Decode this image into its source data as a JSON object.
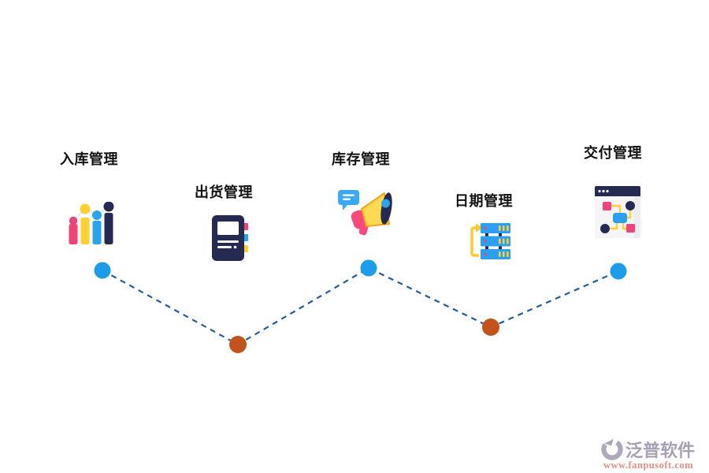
{
  "diagram": {
    "description": "zigzag process flow with five milestones",
    "background": "#ffffff"
  },
  "nodes": [
    {
      "label": "入库管理",
      "icon": "bar-chart-icon",
      "dot_color": "#1c9ce9"
    },
    {
      "label": "出货管理",
      "icon": "notebook-icon",
      "dot_color": "#c2531d"
    },
    {
      "label": "库存管理",
      "icon": "megaphone-icon",
      "dot_color": "#1c9ce9"
    },
    {
      "label": "日期管理",
      "icon": "server-stack-icon",
      "dot_color": "#c2531d"
    },
    {
      "label": "交付管理",
      "icon": "browser-flowchart-icon",
      "dot_color": "#1c9ce9"
    }
  ],
  "connector": {
    "color": "#1f5d9e",
    "style": "dashed"
  },
  "colors": {
    "label_text": "#121212",
    "dot_blue": "#1c9ce9",
    "dot_orange": "#c2531d",
    "icon_navy": "#252a52",
    "icon_pink": "#f0437b",
    "icon_yellow": "#ffd02e",
    "icon_blue": "#29a4ee"
  },
  "watermark": {
    "brand": "泛普软件",
    "url": "www.fanpusoft.com",
    "brand_color": "#a79fb2",
    "url_color": "#e78d84"
  }
}
